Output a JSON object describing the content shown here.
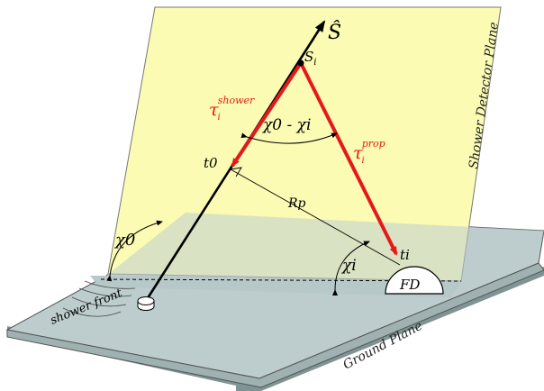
{
  "labels": {
    "shower_axis": "Ŝ",
    "point_s": "S",
    "point_s_sub": "i",
    "tau_shower": "τ",
    "tau_shower_sub": "i",
    "tau_shower_sup": "shower",
    "tau_prop": "τ",
    "tau_prop_sub": "i",
    "tau_prop_sup": "prop",
    "angle_diff": "χ0 - χi",
    "t0": "t0",
    "ti": "ti",
    "rp": "Rp",
    "chi0": "χ0",
    "chii": "χi",
    "fd": "FD",
    "shower_front": "shower front",
    "ground_plane": "Ground Plane",
    "sdp": "Shower Detector Plane"
  },
  "colors": {
    "sdp_fill": "#fbfbb4",
    "ground_top": "#bfcfcf",
    "ground_side": "#8fa3a3",
    "arrow_red": "#e41a1a"
  }
}
